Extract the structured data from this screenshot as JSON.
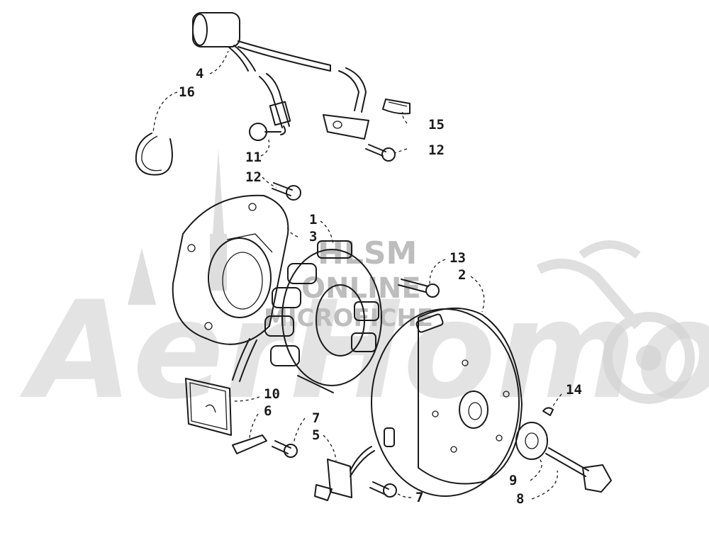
{
  "watermark": {
    "brand": "AerHomo",
    "line1": "HLSM",
    "line2": "ONLINE",
    "line3": "MICROFICHE"
  },
  "callouts": [
    {
      "id": "c1",
      "label": "1"
    },
    {
      "id": "c2",
      "label": "2"
    },
    {
      "id": "c3",
      "label": "3"
    },
    {
      "id": "c4",
      "label": "4"
    },
    {
      "id": "c5",
      "label": "5"
    },
    {
      "id": "c6",
      "label": "6"
    },
    {
      "id": "c7a",
      "label": "7"
    },
    {
      "id": "c7b",
      "label": "7"
    },
    {
      "id": "c8",
      "label": "8"
    },
    {
      "id": "c9",
      "label": "9"
    },
    {
      "id": "c10",
      "label": "10"
    },
    {
      "id": "c11",
      "label": "11"
    },
    {
      "id": "c12a",
      "label": "12"
    },
    {
      "id": "c12b",
      "label": "12"
    },
    {
      "id": "c13",
      "label": "13"
    },
    {
      "id": "c14",
      "label": "14"
    },
    {
      "id": "c15",
      "label": "15"
    },
    {
      "id": "c16",
      "label": "16"
    }
  ]
}
